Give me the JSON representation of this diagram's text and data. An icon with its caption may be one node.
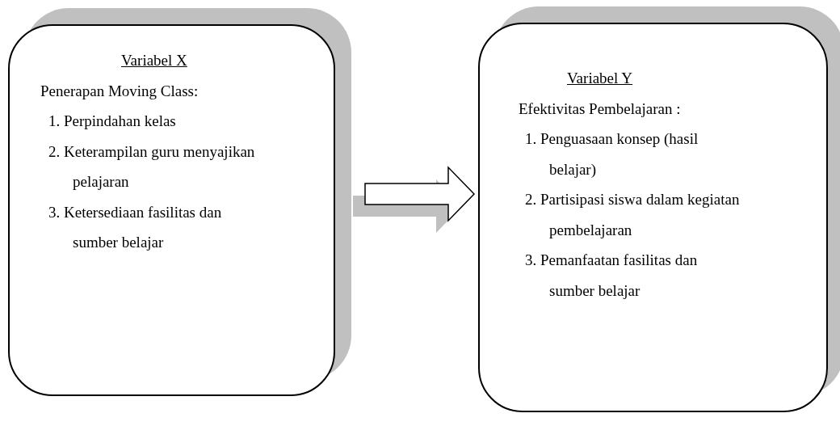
{
  "diagram": {
    "nodes": [
      {
        "text": [
          "Variabel X",
          "Penerapan Moving Class:",
          "1. Perpindahan kelas",
          "2. Keterampilan guru menyajikan pelajaran",
          "3. Ketersediaan fasilitas dan sumber belajar"
        ]
      },
      {
        "text": [
          "Variabel Y",
          "Efektivitas Pembelajaran :",
          "1. Penguasaan konsep (hasil belajar)",
          "2. Partisipasi siswa dalam kegiatan pembelajaran",
          "3. Pemanfaatan fasilitas dan sumber belajar"
        ]
      }
    ],
    "edges": [
      {
        "from": 0,
        "to": 1,
        "arrow": "to"
      }
    ]
  }
}
